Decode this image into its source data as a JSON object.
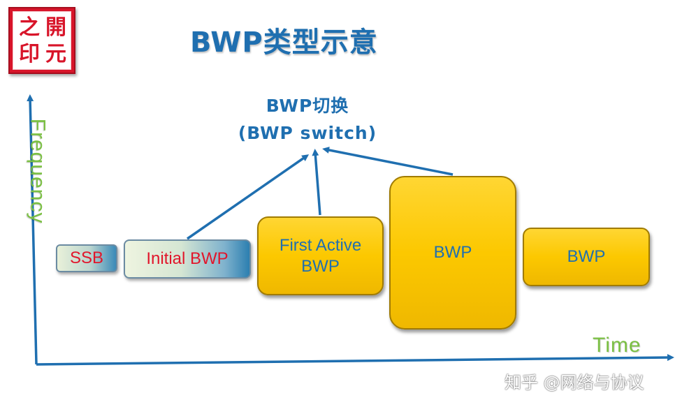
{
  "stamp": {
    "chars": [
      "之",
      "開",
      "印",
      "元"
    ]
  },
  "title": "BWP类型示意",
  "switch": {
    "label_zh": "BWP切换",
    "label_en": "(BWP switch)"
  },
  "axes": {
    "y_label": "Frequency",
    "x_label": "Time"
  },
  "boxes": {
    "ssb": "SSB",
    "initial_bwp": "Initial BWP",
    "first_active_bwp": "First Active BWP",
    "bwp_middle": "BWP",
    "bwp_right": "BWP"
  },
  "watermark": "知乎 @网络与协议",
  "colors": {
    "title_blue": "#1f6fb0",
    "axis_green": "#7bc043",
    "gold": "#fcc800",
    "red_text": "#e1162b"
  }
}
